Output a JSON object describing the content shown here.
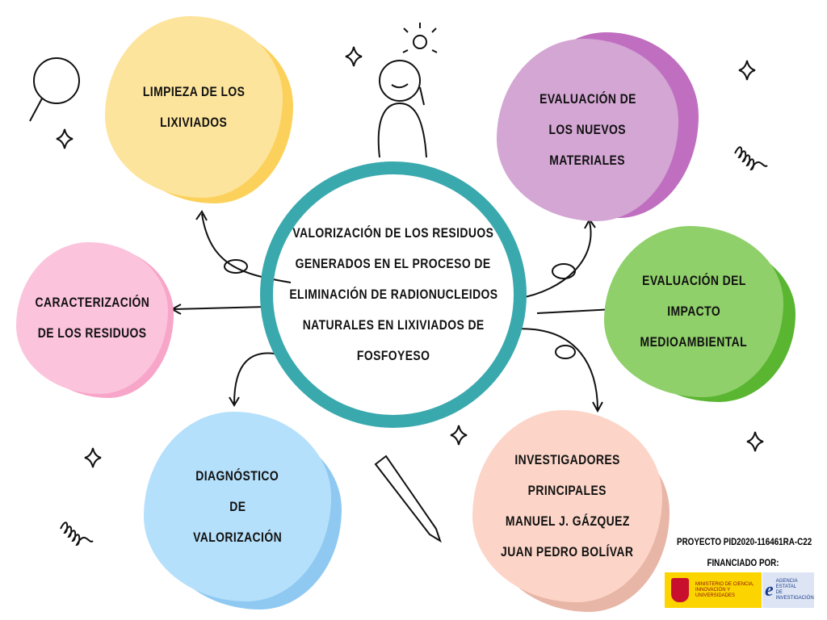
{
  "center": {
    "lines": [
      "VALORIZACIÓN DE LOS RESIDUOS",
      "GENERADOS EN EL PROCESO DE",
      "ELIMINACIÓN DE RADIONUCLEIDOS",
      "NATURALES EN LIXIVIADOS DE",
      "FOSFOYESO"
    ]
  },
  "nodes": {
    "limpieza": [
      "LIMPIEZA DE LOS",
      "LIXIVIADOS"
    ],
    "evaluacion_materiales": [
      "EVALUACIÓN DE",
      "LOS NUEVOS",
      "MATERIALES"
    ],
    "caracterizacion": [
      "CARACTERIZACIÓN",
      "DE LOS RESIDUOS"
    ],
    "impacto": [
      "EVALUACIÓN DEL",
      "IMPACTO",
      "MEDIOAMBIENTAL"
    ],
    "diagnostico": [
      "DIAGNÓSTICO",
      "DE",
      "VALORIZACIÓN"
    ],
    "investigadores": [
      "INVESTIGADORES",
      "PRINCIPALES",
      "MANUEL J. GÁZQUEZ",
      "JUAN PEDRO BOLÍVAR"
    ]
  },
  "footer": {
    "project": "PROYECTO PID2020-116461RA-C22",
    "funded": "FINANCIADO POR:"
  },
  "logos": {
    "ministry": "MINISTERIO DE CIENCIA, INNOVACIÓN Y UNIVERSIDADES",
    "agency": "AGENCIA ESTATAL DE INVESTIGACIÓN"
  },
  "colors": {
    "ring": "#3aa9ae",
    "yellow": "#fde49c",
    "purple": "#d4a6d4",
    "green": "#8fd06a",
    "peach": "#fcd5c8",
    "blue": "#b5e0fb",
    "pink": "#fcc3dc"
  }
}
